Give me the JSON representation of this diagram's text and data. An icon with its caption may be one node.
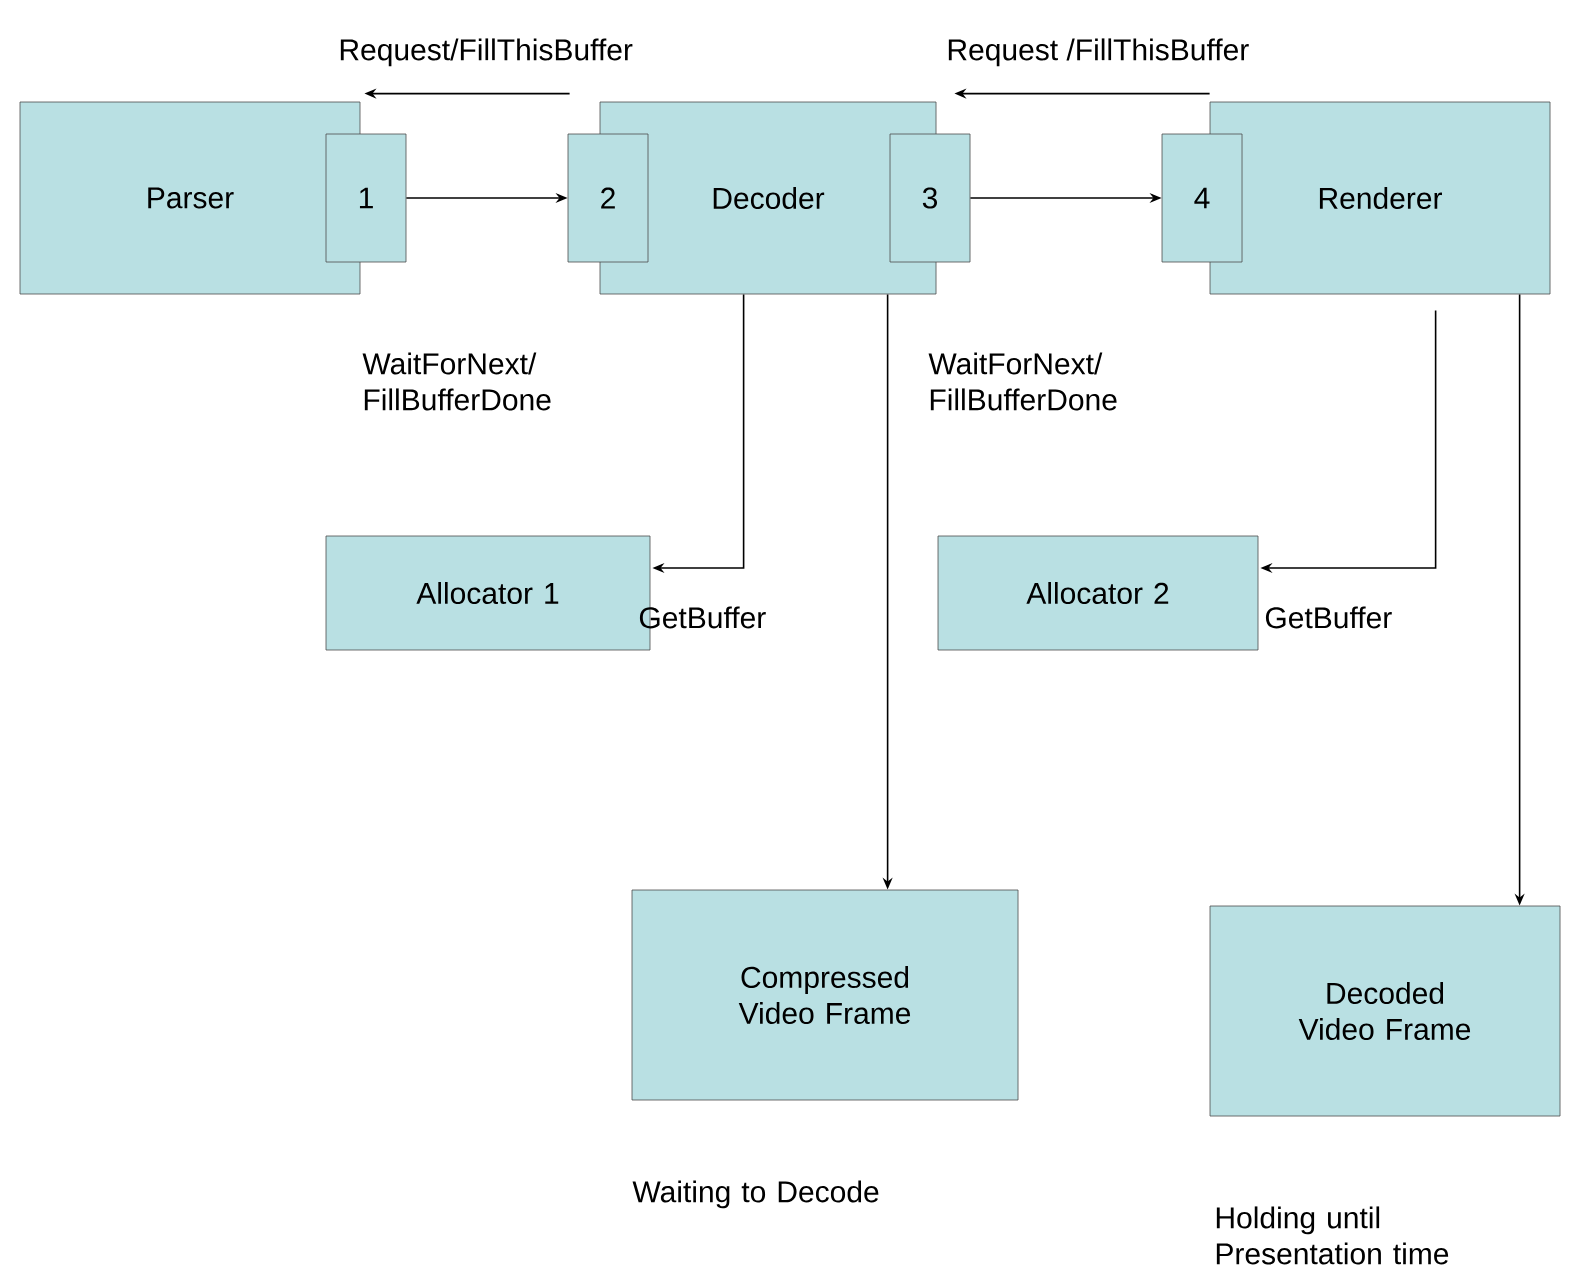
{
  "diagram": {
    "nodes": [
      {
        "text": [
          "Parser"
        ]
      },
      {
        "text": [
          "1"
        ]
      },
      {
        "text": [
          "Decoder"
        ]
      },
      {
        "text": [
          "2"
        ]
      },
      {
        "text": [
          "3"
        ]
      },
      {
        "text": [
          "Renderer"
        ]
      },
      {
        "text": [
          "4"
        ]
      },
      {
        "text": [
          "Allocator 1"
        ]
      },
      {
        "text": [
          "Allocator 2"
        ]
      },
      {
        "text": [
          "Compressed Video Frame"
        ],
        "beside": [
          "Waiting to Decode"
        ]
      },
      {
        "text": [
          "Decoded Video Frame"
        ],
        "beside": [
          "Holding until Presentation time"
        ]
      }
    ],
    "edges": [
      {
        "from": 1,
        "to": 3,
        "arrow": "to"
      },
      {
        "from": 2,
        "to": 0,
        "arrow": "to",
        "label": "Request/FillThisBuffer"
      },
      {
        "from": 4,
        "to": 6,
        "arrow": "to"
      },
      {
        "from": 5,
        "to": 2,
        "arrow": "to",
        "label": "Request /FillThisBuffer"
      },
      {
        "from": 2,
        "to": 7,
        "arrow": "to",
        "label": "GetBuffer"
      },
      {
        "from": 2,
        "to": 9,
        "arrow": "to"
      },
      {
        "from": 5,
        "to": 8,
        "arrow": "to",
        "label": "GetBuffer"
      },
      {
        "from": 5,
        "to": 10,
        "arrow": "to"
      }
    ],
    "labels": [
      "WaitForNext/ FillBufferDone",
      "WaitForNext/ FillBufferDone"
    ]
  }
}
